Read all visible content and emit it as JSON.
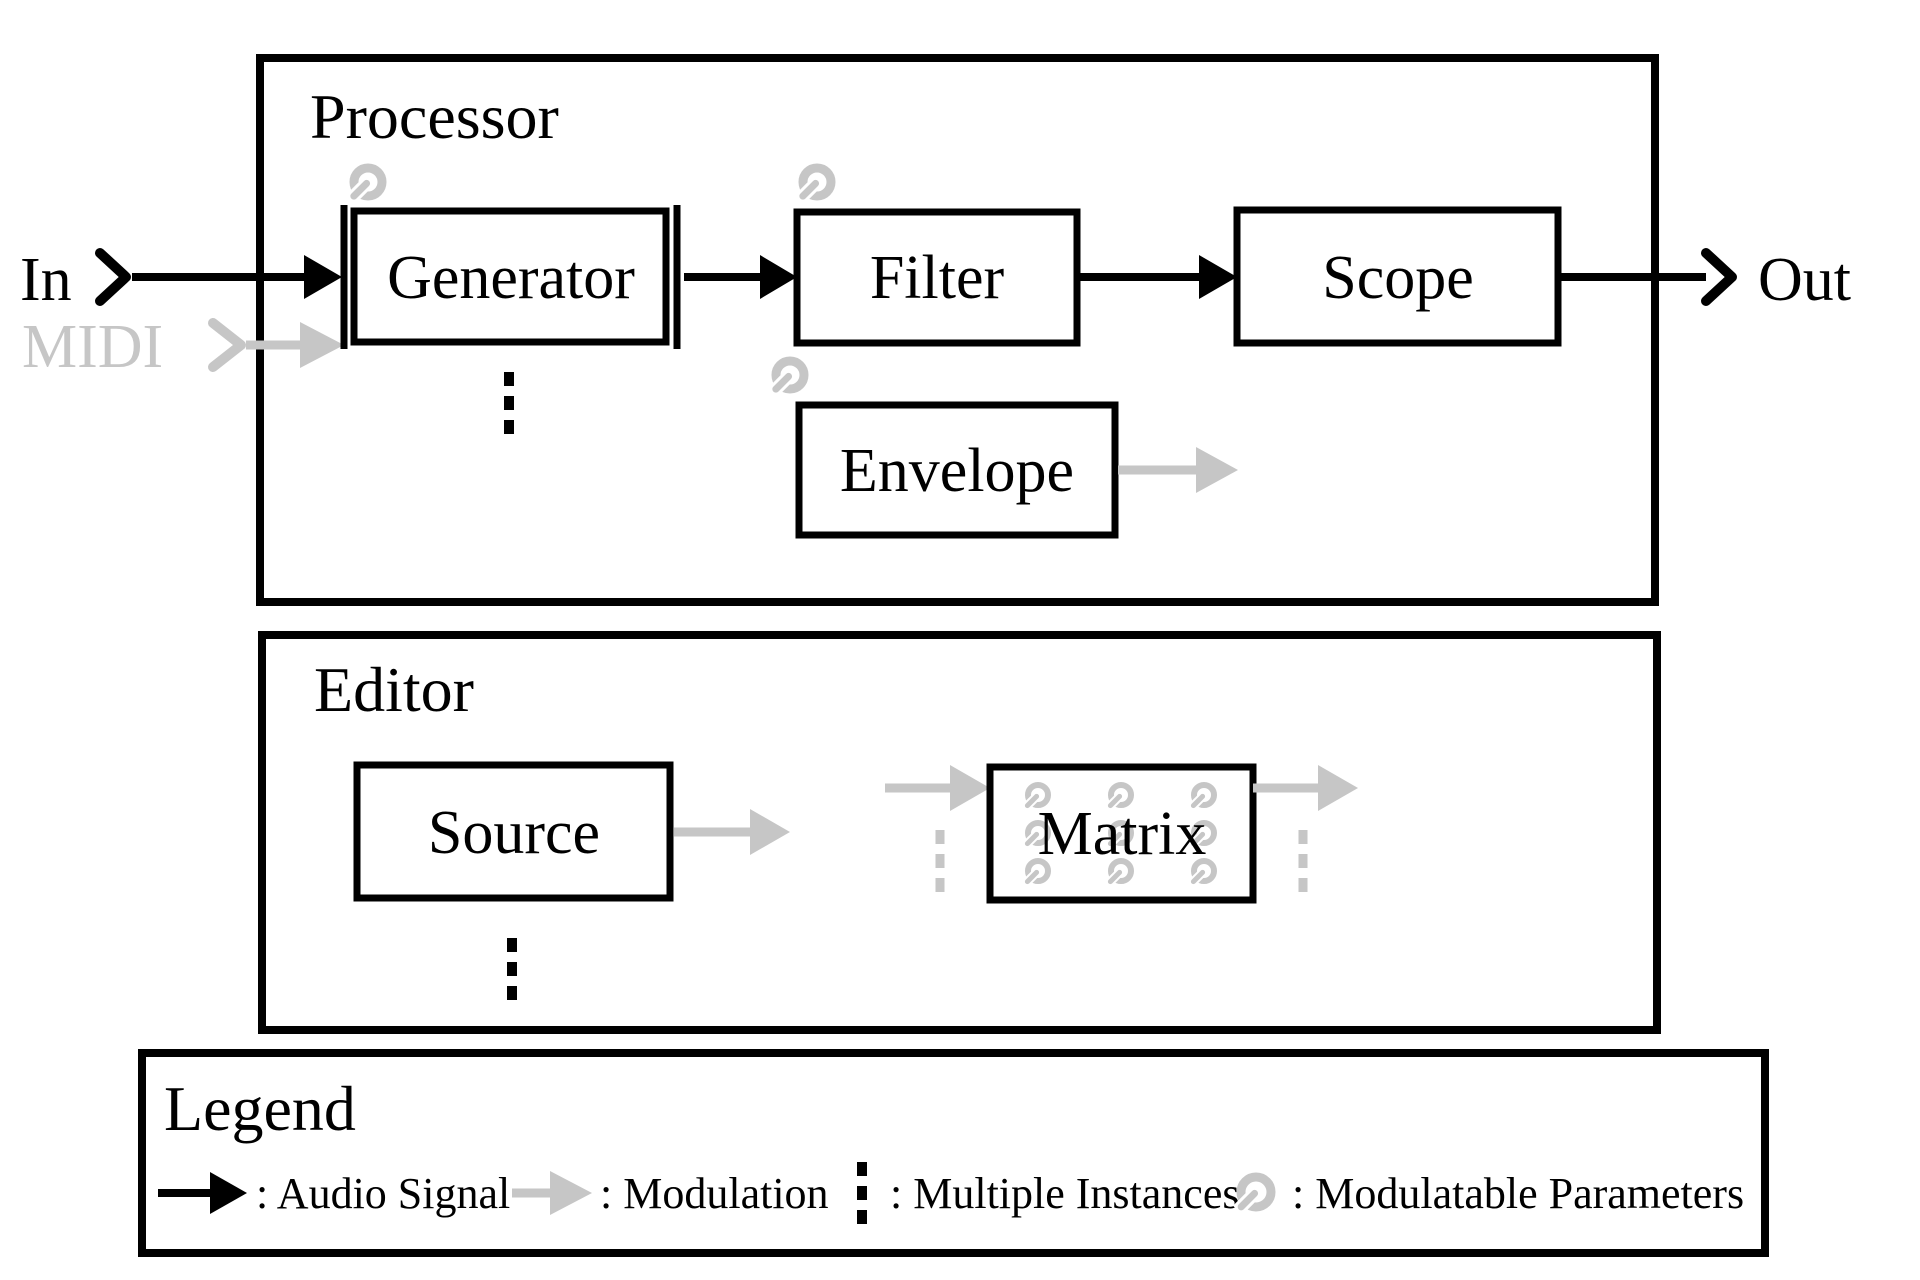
{
  "colors": {
    "signal": "#000000",
    "modulation": "#c6c6c6",
    "background": "#ffffff"
  },
  "io": {
    "in_label": "In",
    "midi_label": "MIDI",
    "out_label": "Out"
  },
  "processor": {
    "title": "Processor",
    "generator_label": "Generator",
    "filter_label": "Filter",
    "scope_label": "Scope",
    "envelope_label": "Envelope"
  },
  "editor": {
    "title": "Editor",
    "source_label": "Source",
    "matrix_label": "Matrix"
  },
  "legend": {
    "title": "Legend",
    "items": [
      {
        "icon": "audio-signal-arrow-icon",
        "label": ": Audio Signal"
      },
      {
        "icon": "modulation-arrow-icon",
        "label": ": Modulation"
      },
      {
        "icon": "multiple-instances-icon",
        "label": ": Multiple Instances"
      },
      {
        "icon": "modulatable-parameter-knob-icon",
        "label": ": Modulatable Parameters"
      }
    ]
  }
}
